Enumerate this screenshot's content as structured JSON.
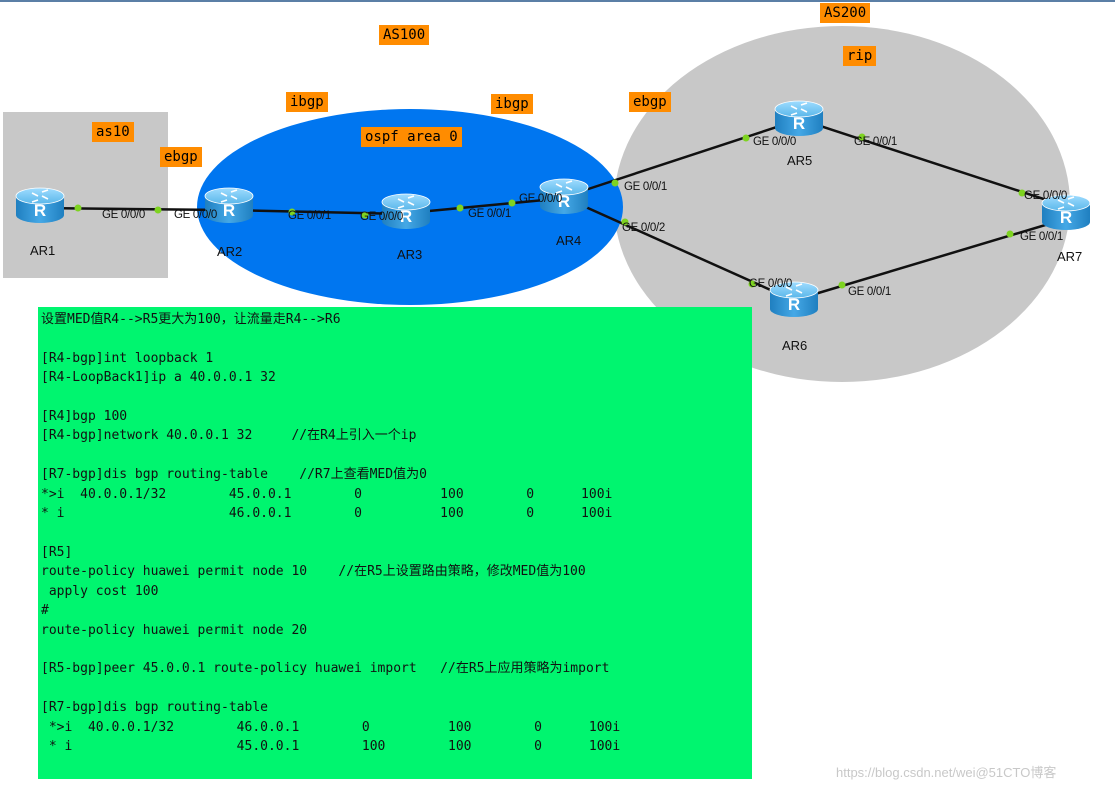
{
  "tags": {
    "as100": "AS100",
    "as200": "AS200",
    "rip": "rip",
    "as10": "as10",
    "ebgp_left": "ebgp",
    "ibgp_left": "ibgp",
    "ibgp_right": "ibgp",
    "ospf": "ospf area 0",
    "ebgp_right": "ebgp"
  },
  "devices": {
    "ar1": "AR1",
    "ar2": "AR2",
    "ar3": "AR3",
    "ar4": "AR4",
    "ar5": "AR5",
    "ar6": "AR6",
    "ar7": "AR7"
  },
  "interfaces": {
    "ar1_g000": "GE 0/0/0",
    "ar2_g000": "GE 0/0/0",
    "ar2_g001": "GE 0/0/1",
    "ar3_g000": "GE 0/0/0",
    "ar3_g001": "GE 0/0/1",
    "ar4_g000": "GE 0/0/0",
    "ar4_g001": "GE 0/0/1",
    "ar4_g002": "GE 0/0/2",
    "ar5_g000": "GE 0/0/0",
    "ar5_g001": "GE 0/0/1",
    "ar6_g000": "GE 0/0/0",
    "ar6_g001": "GE 0/0/1",
    "ar7_g000": "GE 0/0/0",
    "ar7_g001": "GE 0/0/1"
  },
  "commands": [
    "设置MED值R4-->R5更大为100，让流量走R4-->R6",
    "",
    "[R4-bgp]int loopback 1",
    "[R4-LoopBack1]ip a 40.0.0.1 32",
    "",
    "[R4]bgp 100",
    "[R4-bgp]network 40.0.0.1 32     //在R4上引入一个ip",
    "",
    "[R7-bgp]dis bgp routing-table    //R7上查看MED值为0",
    "*>i  40.0.0.1/32        45.0.0.1        0          100        0      100i",
    "* i                     46.0.0.1        0          100        0      100i",
    "",
    "[R5]",
    "route-policy huawei permit node 10    //在R5上设置路由策略，修改MED值为100",
    " apply cost 100",
    "#",
    "route-policy huawei permit node 20",
    "",
    "[R5-bgp]peer 45.0.0.1 route-policy huawei import   //在R5上应用策略为import",
    "",
    "[R7-bgp]dis bgp routing-table",
    " *>i  40.0.0.1/32        46.0.0.1        0          100        0      100i",
    " * i                     45.0.0.1        100        100        0      100i"
  ],
  "watermark": "https://blog.csdn.net/wei@51CTO博客",
  "colors": {
    "as10_box": "#c8c8c8",
    "ospf_area": "#0076f0",
    "as200_area": "#c8c8c8",
    "label_tag": "#ff8c00",
    "command_panel": "#00f56f",
    "router_body": "#3aa0dc",
    "port_dot": "#7ed321"
  }
}
